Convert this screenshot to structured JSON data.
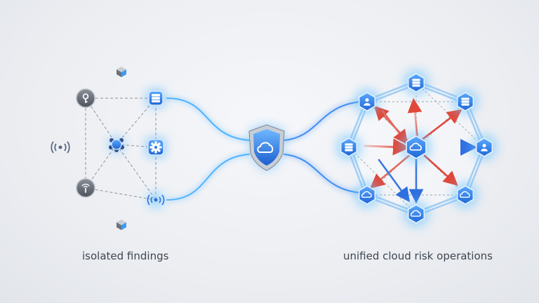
{
  "captions": {
    "left": "isolated findings",
    "right": "unified cloud risk operations"
  },
  "colors": {
    "background": "#eceef2",
    "accent_blue": "#2f7ee6",
    "glow_blue": "#4fb3ff",
    "risk_red": "#e0483a",
    "gray_node": "#5f6670",
    "dashed_line": "#8c939c"
  },
  "left_cluster": {
    "nodes": [
      {
        "name": "key-icon",
        "style": "gray"
      },
      {
        "name": "database-icon",
        "style": "blue"
      },
      {
        "name": "wireless-signal-icon",
        "style": "plain"
      },
      {
        "name": "network-hub-icon",
        "style": "blue"
      },
      {
        "name": "gear-icon",
        "style": "blue"
      },
      {
        "name": "antenna-icon",
        "style": "gray"
      },
      {
        "name": "wireless-signal-icon",
        "style": "glow"
      },
      {
        "name": "cube-icon",
        "style": "small"
      },
      {
        "name": "cube-icon",
        "style": "small"
      }
    ]
  },
  "center": {
    "icon": "shield-cloud-icon"
  },
  "right_cluster": {
    "hub_icon": "cloud-icon",
    "nodes": [
      {
        "name": "user-icon"
      },
      {
        "name": "database-icon"
      },
      {
        "name": "database-icon"
      },
      {
        "name": "database-icon"
      },
      {
        "name": "user-icon"
      },
      {
        "name": "cloud-icon"
      },
      {
        "name": "cloud-icon"
      },
      {
        "name": "cloud-icon"
      }
    ]
  }
}
